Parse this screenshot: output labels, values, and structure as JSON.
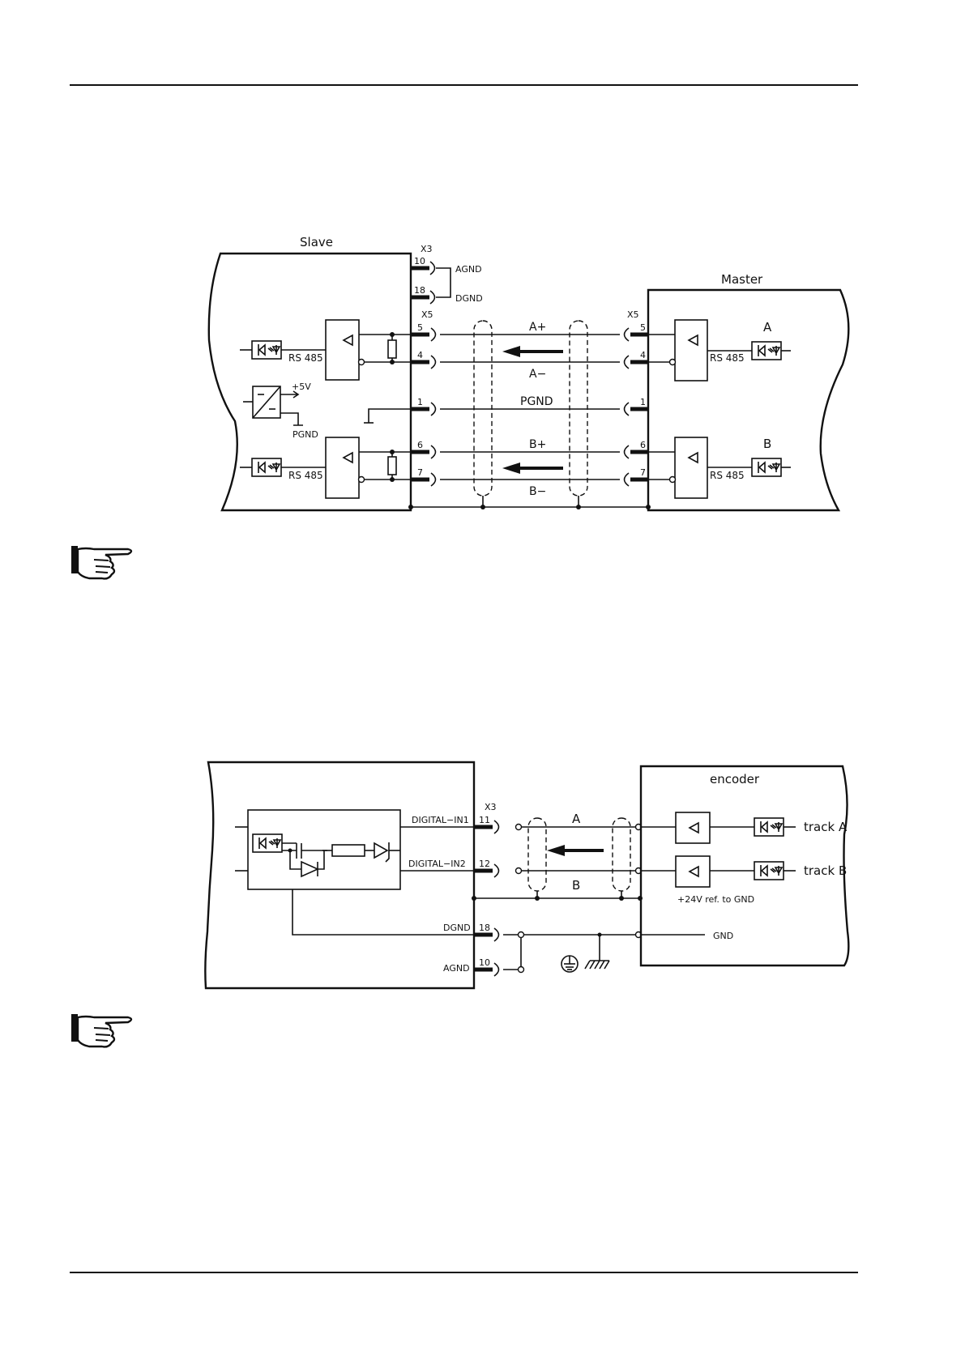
{
  "diagram1": {
    "slave": "Slave",
    "master": "Master",
    "x3": "X3",
    "x5_left": "X5",
    "x5_right": "X5",
    "agnd": "AGND",
    "dgnd": "DGND",
    "rs485": "RS 485",
    "plus5v": "+5V",
    "pgnd_small": "PGND",
    "pins_x3": [
      "10",
      "18"
    ],
    "pins_x5": [
      "5",
      "4",
      "1",
      "6",
      "7"
    ],
    "signals": {
      "a_plus": "A+",
      "a_minus": "A−",
      "pgnd": "PGND",
      "b_plus": "B+",
      "b_minus": "B−"
    },
    "track_labels": {
      "a": "A",
      "b": "B"
    }
  },
  "diagram2": {
    "encoder": "encoder",
    "x3": "X3",
    "digital_in1": "DIGITAL−IN1",
    "digital_in2": "DIGITAL−IN2",
    "dgnd": "DGND",
    "agnd": "AGND",
    "pins": [
      "11",
      "12",
      "18",
      "10"
    ],
    "signal_a": "A",
    "signal_b": "B",
    "track_a": "track  A",
    "track_b": "track  B",
    "ref": "+24V  ref.  to  GND",
    "gnd": "GND"
  }
}
